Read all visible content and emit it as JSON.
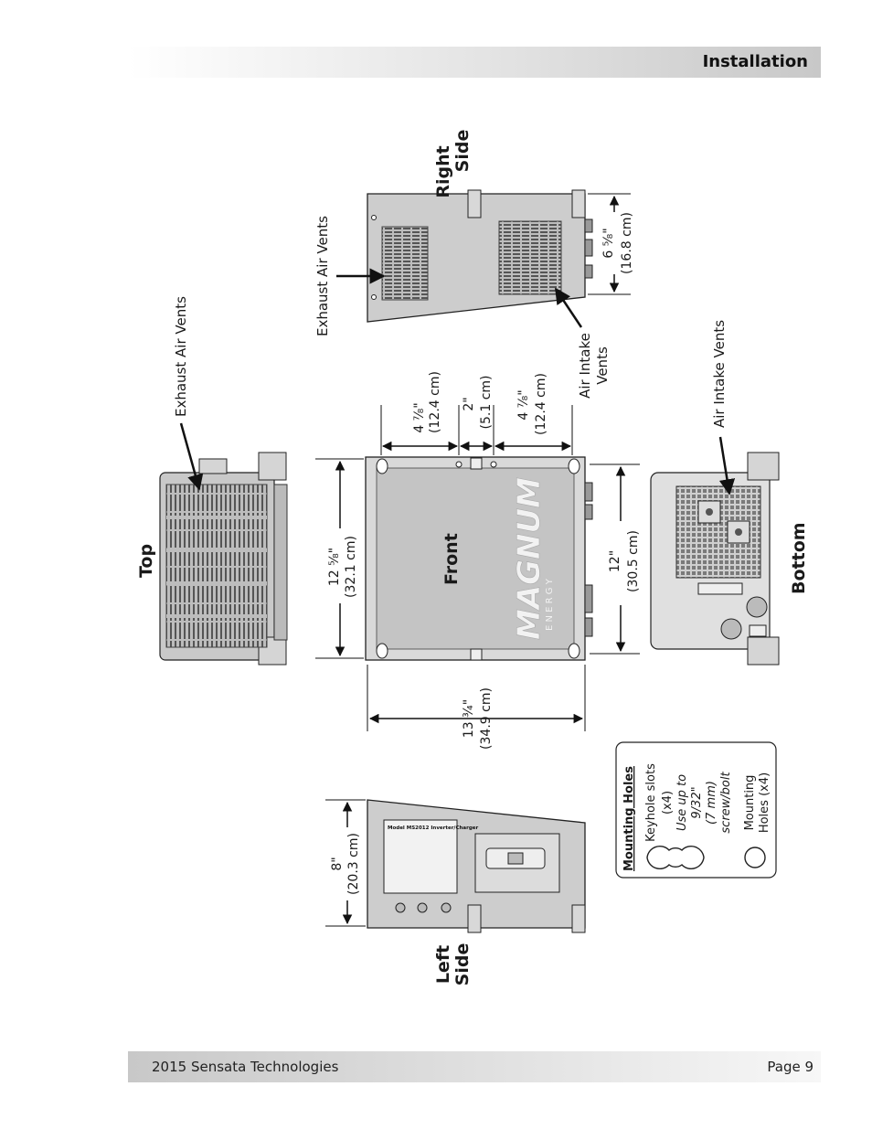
{
  "header": {
    "title": "Installation"
  },
  "footer": {
    "copyright": "2015 Sensata Technologies",
    "page": "Page 9"
  },
  "views": {
    "top": "Top",
    "front": "Front",
    "right_side_1": "Right",
    "right_side_2": "Side",
    "left_side_1": "Left",
    "left_side_2": "Side",
    "bottom": "Bottom"
  },
  "callouts": {
    "exhaust_top": "Exhaust Air Vents",
    "exhaust_right": "Exhaust Air Vents",
    "intake_right_1": "Air Intake",
    "intake_right_2": "Vents",
    "intake_bottom": "Air Intake Vents"
  },
  "dimensions": {
    "d1_in": "4 ⁷⁄₈\"",
    "d1_cm": "(12.4 cm)",
    "d2_in": "2\"",
    "d2_cm": "(5.1 cm)",
    "d3_in": "4 ⁷⁄₈\"",
    "d3_cm": "(12.4 cm)",
    "right_in": "6 ⁵⁄₈\"",
    "right_cm": "(16.8 cm)",
    "height_in": "12 ⁵⁄₈\"",
    "height_cm": "(32.1 cm)",
    "width_in": "12\"",
    "width_cm": "(30.5 cm)",
    "length_in": "13 ¾\"",
    "length_cm": "(34.9 cm)",
    "left_in": "8\"",
    "left_cm": "(20.3 cm)"
  },
  "brand": {
    "name": "MAGNUM",
    "sub": "E N E R G Y"
  },
  "mounting": {
    "title": "Mounting Holes",
    "keyhole_1": "Keyhole slots",
    "keyhole_2": "(x4)",
    "keyhole_3": "Use up to",
    "keyhole_4": "9/32\"",
    "keyhole_5": "(7 mm)",
    "keyhole_6": "screw/bolt",
    "holes_1": "Mounting",
    "holes_2": "Holes (x4)"
  },
  "label_plate": {
    "model": "Model MS2012 Inverter/Charger"
  }
}
